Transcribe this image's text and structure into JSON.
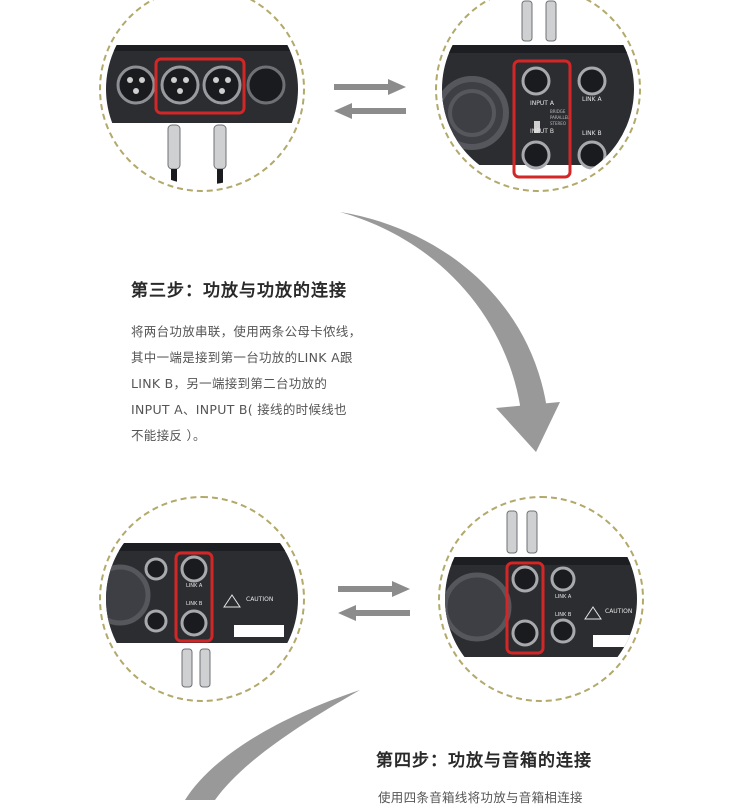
{
  "step3": {
    "title": "第三步：功放与功放的连接",
    "lines": [
      "将两台功放串联，使用两条公母卡侬线，",
      "其中一端是接到第一台功放的LINK A跟",
      "LINK B，另一端接到第二台功放的",
      "INPUT A、INPUT B( 接线的时候线也",
      "不能接反 ）。"
    ]
  },
  "step4": {
    "title": "第四步：功放与音箱的连接",
    "partial_line": "使用四条音箱线将功放与音箱相连接"
  },
  "photo_labels": {
    "input_a": "INPUT A",
    "input_b": "INPUT B",
    "link_a": "LINK A",
    "link_b": "LINK B",
    "caution": "CAUTION",
    "mode_options": [
      "BRIDGE",
      "PARALLEL",
      "STEREO"
    ]
  },
  "colors": {
    "highlight_red": "#d32626",
    "circle_border": "#b2a96a",
    "arrow_gray": "#8c8c8c",
    "panel_dark": "#2b2d31"
  }
}
